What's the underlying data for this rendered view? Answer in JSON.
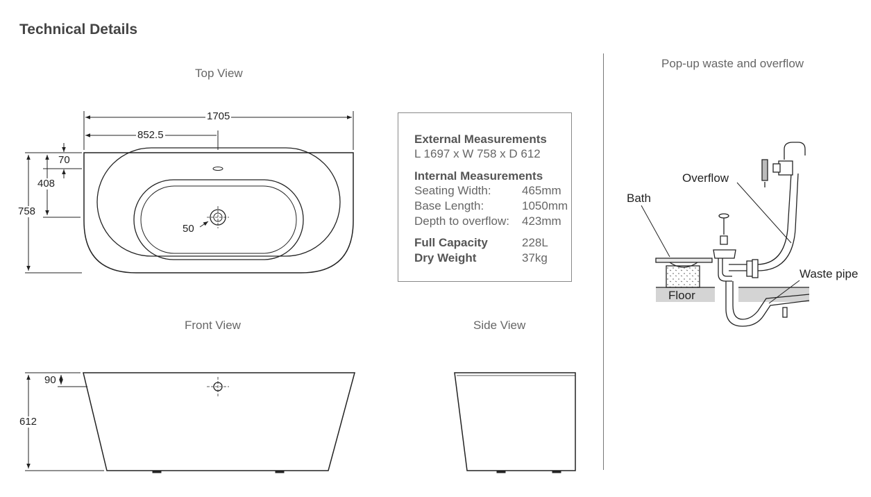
{
  "page": {
    "title": "Technical Details"
  },
  "top_view": {
    "title": "Top View",
    "dims": {
      "overall_length": "1705",
      "half_length": "852.5",
      "waste_offset": "70",
      "waste_center": "408",
      "overall_width": "758",
      "waste_diameter": "50"
    }
  },
  "front_view": {
    "title": "Front View",
    "dims": {
      "overflow_offset": "90",
      "height": "612"
    }
  },
  "side_view": {
    "title": "Side View"
  },
  "specs": {
    "external": {
      "heading": "External Measurements",
      "value": "L 1697 x W 758 x D 612"
    },
    "internal": {
      "heading": "Internal Measurements",
      "rows": [
        {
          "label": "Seating Width:",
          "value": "465mm"
        },
        {
          "label": "Base Length:",
          "value": "1050mm"
        },
        {
          "label": "Depth to overflow:",
          "value": "423mm"
        }
      ]
    },
    "capacity": {
      "label": "Full Capacity",
      "value": "228L"
    },
    "weight": {
      "label": "Dry Weight",
      "value": "37kg"
    }
  },
  "waste_figure": {
    "title": "Pop-up waste and overflow",
    "labels": {
      "bath": "Bath",
      "overflow": "Overflow",
      "waste_pipe": "Waste pipe",
      "floor": "Floor"
    }
  }
}
